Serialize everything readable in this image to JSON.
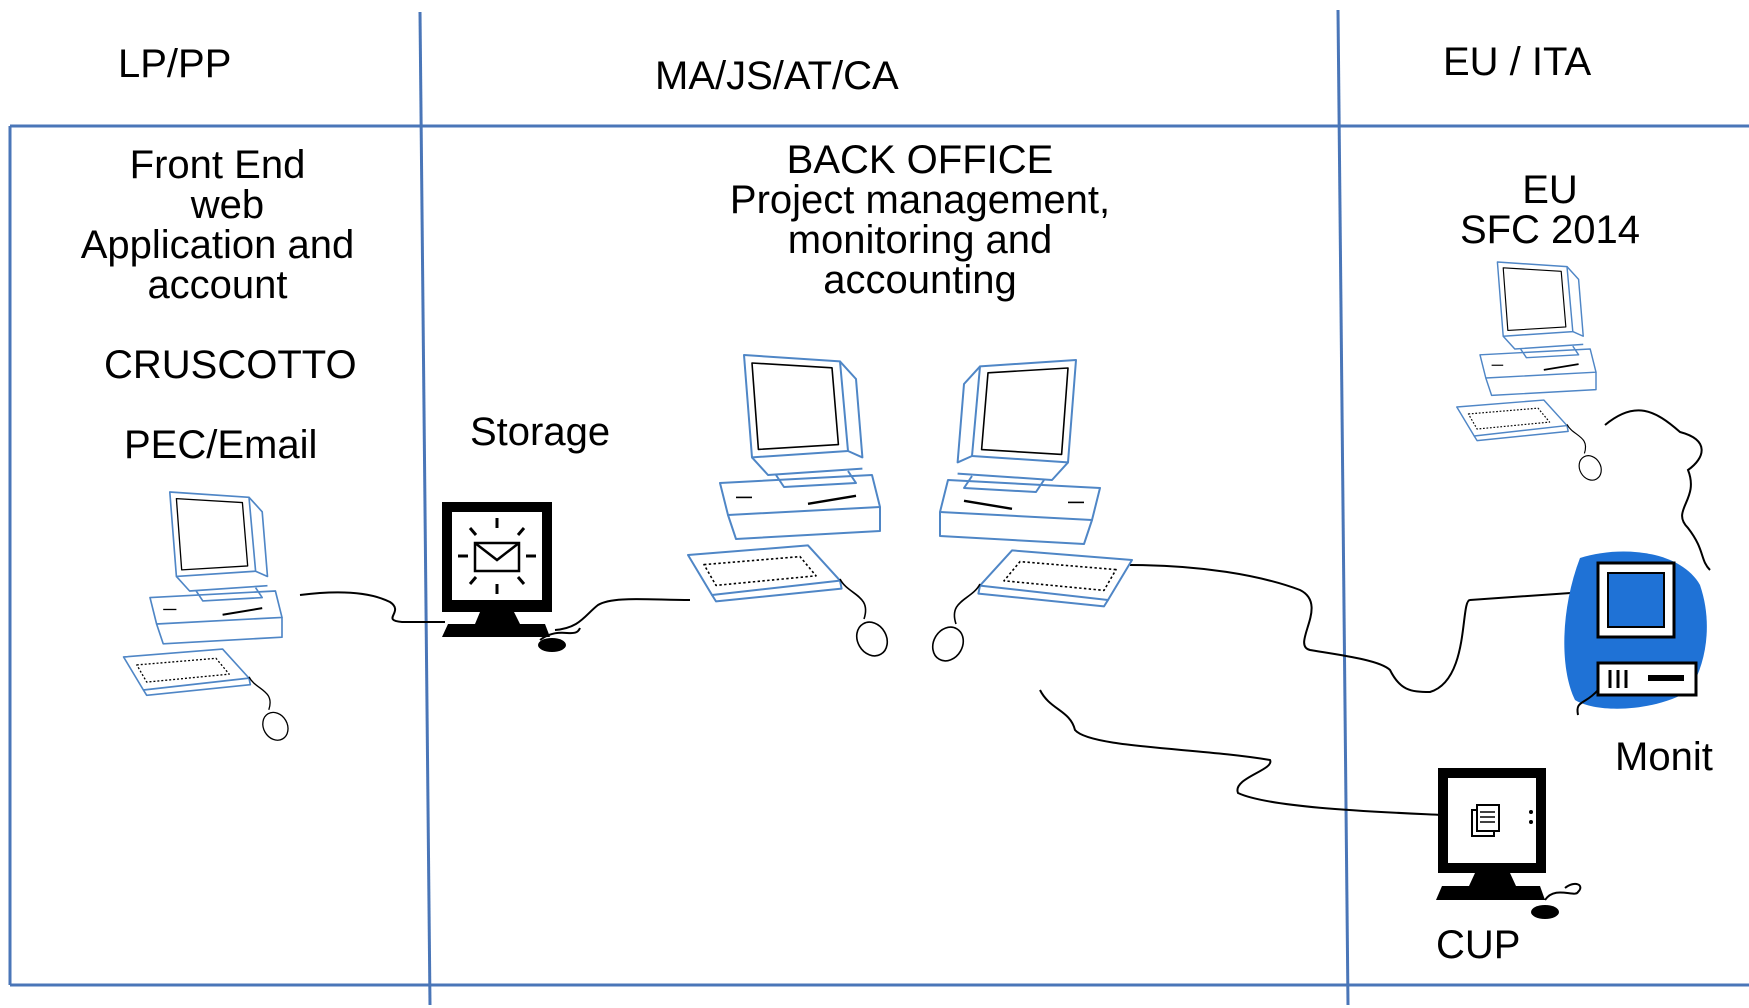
{
  "columns": [
    {
      "header": "LP/PP"
    },
    {
      "header": "MA/JS/AT/CA"
    },
    {
      "header": "EU / ITA"
    }
  ],
  "left_panel": {
    "title_lines": [
      "Front End",
      "web",
      "Application and",
      "account"
    ],
    "item1": "CRUSCOTTO",
    "item2": "PEC/Email"
  },
  "middle_panel": {
    "title_lines": [
      "BACK OFFICE",
      "Project management,",
      "monitoring and",
      "accounting"
    ],
    "storage": "Storage"
  },
  "right_panel": {
    "title_lines": [
      "EU",
      "SFC 2014"
    ],
    "monit": "Monit",
    "cup": "CUP"
  },
  "colors": {
    "frame_lines": "#4a76b8",
    "computer_outline": "#4f86c6",
    "icon_black": "#000000",
    "monit_blue": "#1f72d6"
  },
  "icons": [
    "desktop-computer-icon",
    "mail-terminal-icon",
    "document-terminal-icon",
    "blue-pc-icon"
  ]
}
